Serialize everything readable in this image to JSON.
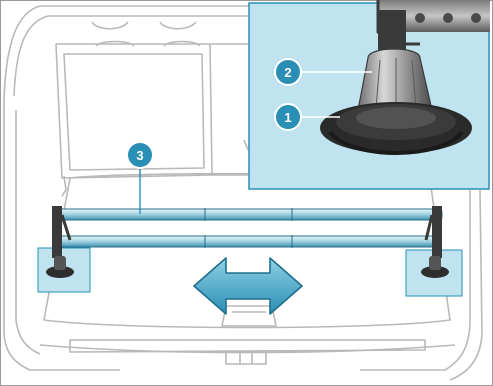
{
  "callouts": {
    "one": "1",
    "two": "2",
    "three": "3"
  },
  "colors": {
    "accent": "#2a8fb5",
    "highlight": "#bfe4ef",
    "line": "#b9b9b9",
    "dark": "#3a3a3a"
  },
  "icons": {
    "arrow": "double-horizontal-arrow-icon"
  }
}
